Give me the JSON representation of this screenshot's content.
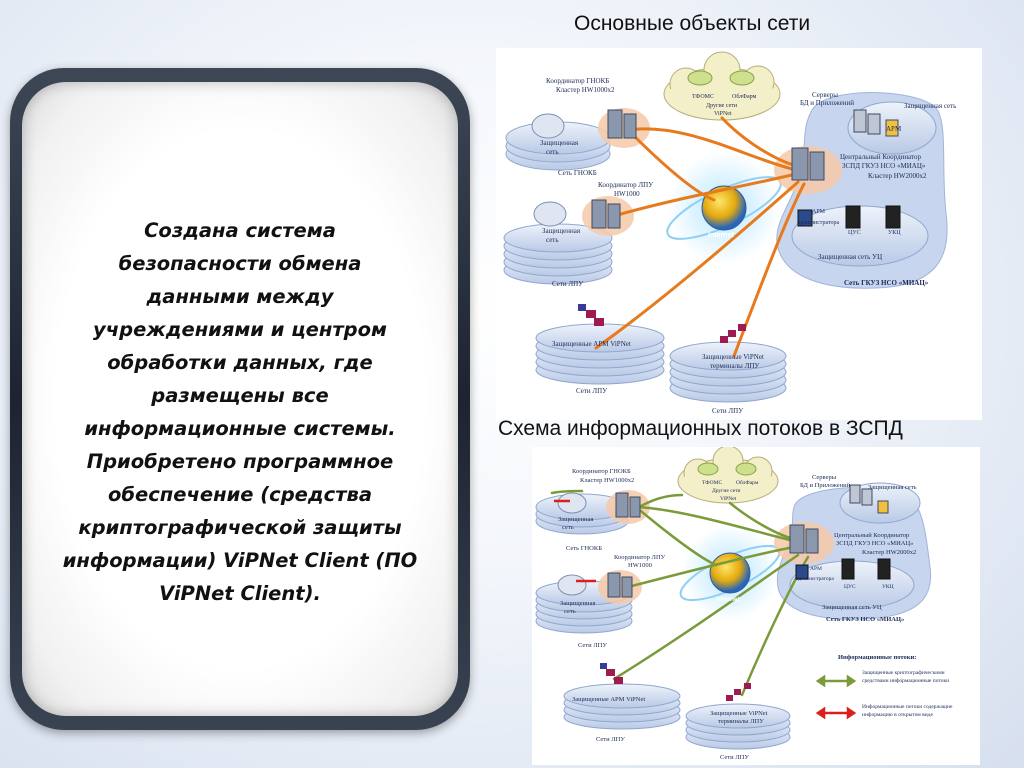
{
  "main_text": "Создана система\nбезопасности обмена\nданными между\nучреждениями и центром\nобработки данных, где\nразмещены все\nинформационные системы.\nПриобретено программное\nобеспечение (средства\nкриптографической защиты\nинформации) ViPNet Client (ПО\nViPNet Client).",
  "heading_top": "Основные объекты сети",
  "heading_bottom": "Схема информационных потоков в ЗСПД",
  "diagram": {
    "coord_gnokb": "Координатор ГНОКБ",
    "cluster_hw1000x2": "Кластер HW1000x2",
    "tfoms": "ТФОМС",
    "oblfarm": "ОблФарм",
    "other_nets": "Другие сети",
    "vipnet": "ViPNet",
    "servers": "Серверы",
    "db_apps": "БД и Приложений",
    "protected_net": "Защищенная сеть",
    "arm": "АРМ",
    "protected_net_line1": "Защищенная",
    "protected_net_line2": "сеть",
    "net_gnokb": "Сеть ГНОКБ",
    "coord_lpu": "Координатор ЛПУ",
    "hw1000": "HW1000",
    "central_coord": "Центральный Координатор",
    "zspd": "ЗСПД ГКУЗ НСО «МИАЦ»",
    "cluster_hw2000x2": "Кластер HW2000x2",
    "arm_admin_1": "АРМ",
    "arm_admin_2": "администратора",
    "tsus": "ЦУС",
    "ukts": "УКЦ",
    "internet": "Internet",
    "protected_net_uts": "Защищенная сеть УЦ",
    "net_lpu": "Сети ЛПУ",
    "net_gkuz": "Сеть ГКУЗ НСО «МИАЦ»",
    "arm_vipnet": "Защищенные АРМ ViPNet",
    "vipnet_terminals_1": "Защищенные ViPNet",
    "vipnet_terminals_2": "терминалы ЛПУ",
    "info_flows_title": "Информационные потоки:",
    "flow_green_1": "Защищенные криптографическими",
    "flow_green_2": "средствами информационные потоки",
    "flow_red_1": "Информационные потоки содержащие",
    "flow_red_2": "информацию в открытом виде"
  },
  "colors": {
    "frame": "#2a3140",
    "flow_top": "#e87a1e",
    "flow_bottom": "#7a9b3a",
    "flow_red": "#d9201c",
    "net_blue": "#c9d7ee"
  }
}
